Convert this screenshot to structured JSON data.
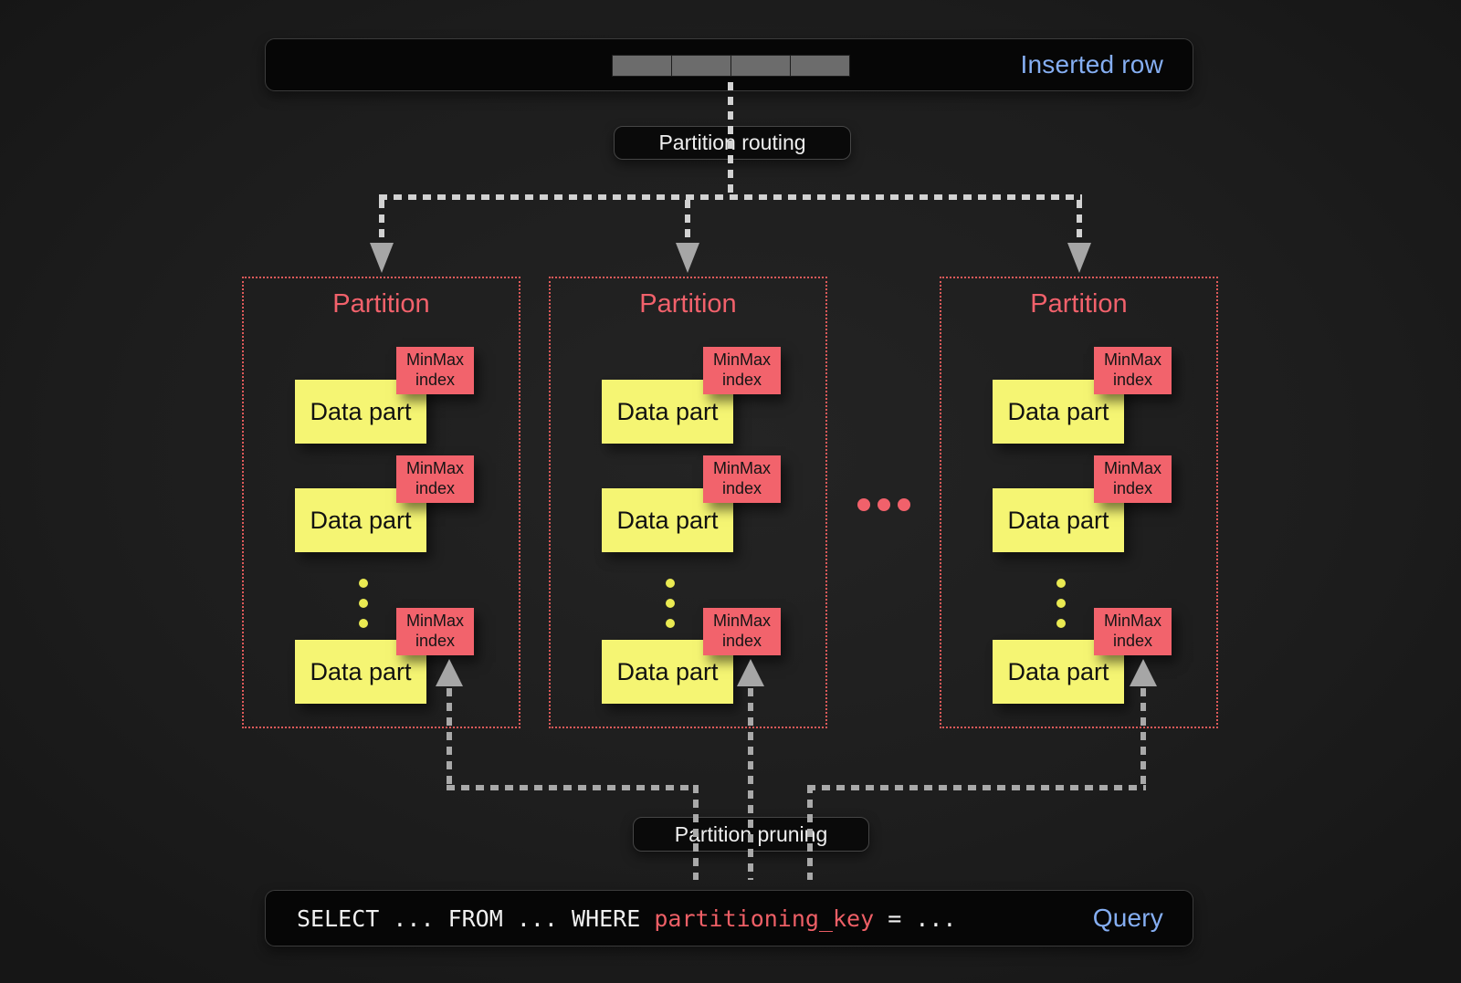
{
  "top_panel": {
    "label": "Inserted row",
    "cell_count": 4
  },
  "labels": {
    "routing": "Partition routing",
    "pruning": "Partition pruning"
  },
  "partitions": [
    {
      "title": "Partition",
      "parts": [
        {
          "part_label": "Data part",
          "index_label": "MinMax index"
        },
        {
          "part_label": "Data part",
          "index_label": "MinMax index"
        },
        {
          "part_label": "Data part",
          "index_label": "MinMax index"
        }
      ]
    },
    {
      "title": "Partition",
      "parts": [
        {
          "part_label": "Data part",
          "index_label": "MinMax index"
        },
        {
          "part_label": "Data part",
          "index_label": "MinMax index"
        },
        {
          "part_label": "Data part",
          "index_label": "MinMax index"
        }
      ]
    },
    {
      "title": "Partition",
      "parts": [
        {
          "part_label": "Data part",
          "index_label": "MinMax index"
        },
        {
          "part_label": "Data part",
          "index_label": "MinMax index"
        },
        {
          "part_label": "Data part",
          "index_label": "MinMax index"
        }
      ]
    }
  ],
  "query": {
    "pre": "SELECT ... FROM ... WHERE ",
    "key": "partitioning_key",
    "post": " = ...",
    "label": "Query"
  },
  "icons": {
    "partition_ellipsis": "horizontal-ellipsis-dots",
    "data_part_ellipsis": "vertical-ellipsis-dots",
    "routing_arrows": "dashed-arrow-down",
    "pruning_arrows": "dashed-arrow-up"
  },
  "colors": {
    "background": "#1d1d1d",
    "panel_bg": "#060606",
    "accent_blue": "#85aef2",
    "accent_red": "#f2636c",
    "accent_yellow": "#f5f573",
    "partition_border_red": "#e05a5a",
    "code_key_red": "#ee5f66",
    "line_gray": "#a9a9a9"
  }
}
